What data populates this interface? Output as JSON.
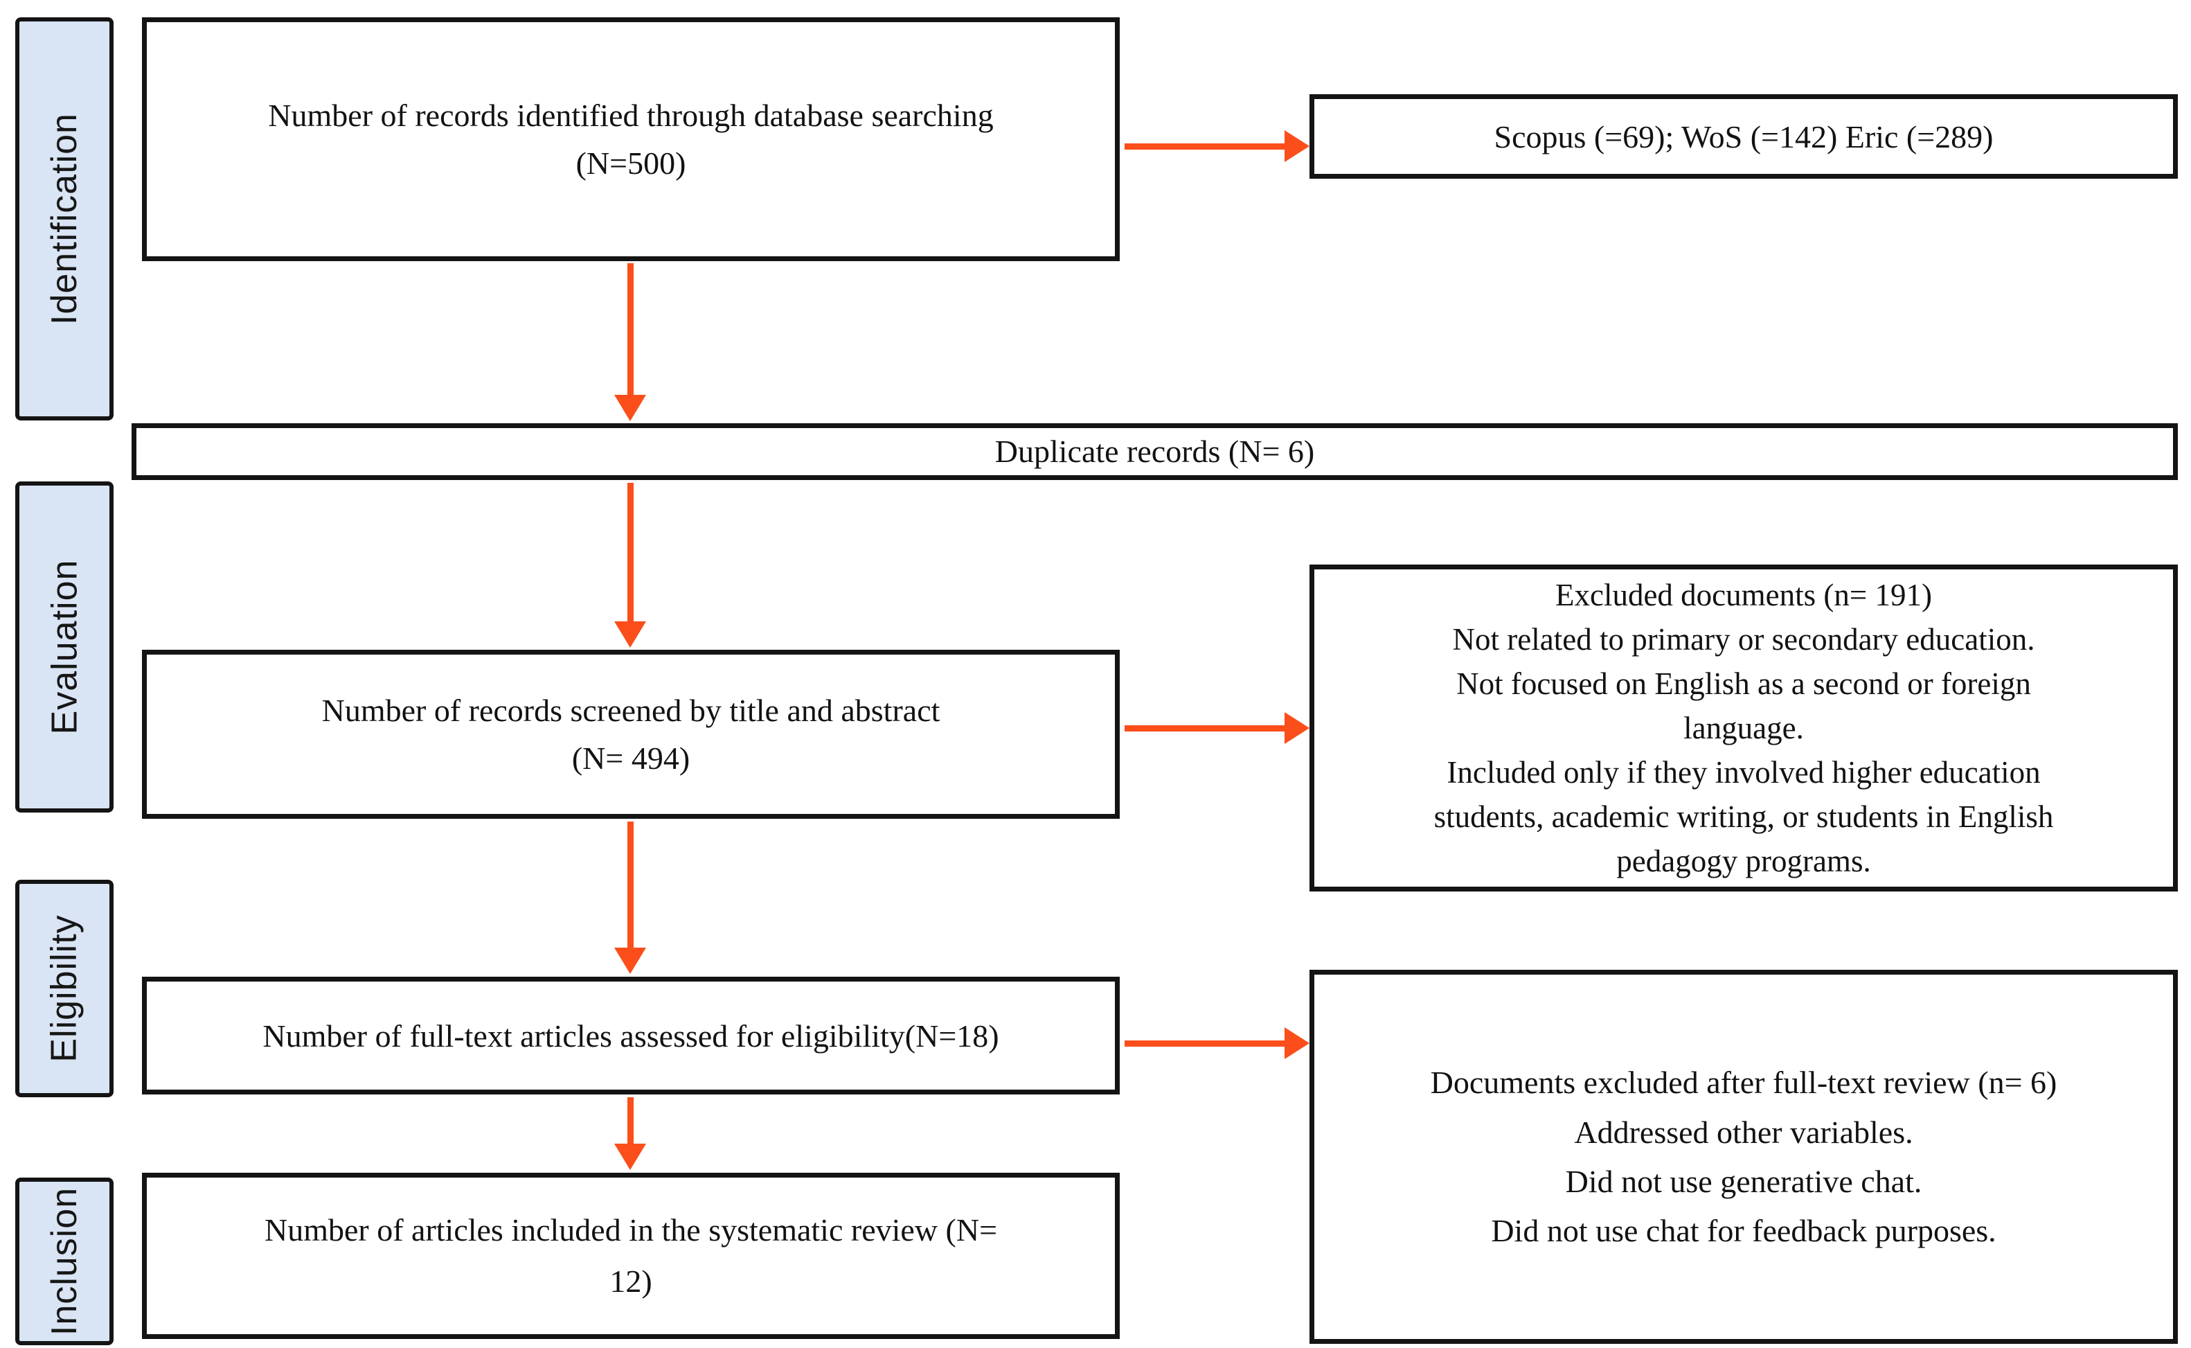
{
  "colors": {
    "arrow": "#fb4e1b",
    "stage_fill": "#d9e4f4",
    "border": "#141414",
    "text": "#121212"
  },
  "stages": [
    {
      "id": "identification",
      "label": "Identification"
    },
    {
      "id": "evaluation",
      "label": "Evaluation"
    },
    {
      "id": "eligibility",
      "label": "Eligibility"
    },
    {
      "id": "inclusion",
      "label": "Inclusion"
    }
  ],
  "boxes": {
    "records_identified": {
      "lines": [
        "Number of records identified through database searching",
        "(N=500)"
      ]
    },
    "database_sources": {
      "lines": [
        "Scopus (=69); WoS (=142) Eric (=289)"
      ]
    },
    "duplicate_records": {
      "lines": [
        "Duplicate records (N= 6)"
      ]
    },
    "records_screened": {
      "lines": [
        "Number of records screened by title and abstract",
        "(N= 494)"
      ]
    },
    "excluded_screening": {
      "lines": [
        "Excluded documents (n= 191)",
        "Not related to primary or secondary education.",
        "Not focused on English as a second or foreign",
        "language.",
        "Included only if they involved higher education",
        "students, academic writing, or students in English",
        "pedagogy programs."
      ]
    },
    "fulltext_assessed": {
      "lines": [
        "Number of full-text articles assessed for eligibility(N=18)"
      ]
    },
    "excluded_fulltext": {
      "lines": [
        "Documents excluded after full-text review (n= 6)",
        "Addressed other variables.",
        "Did not use generative chat.",
        "Did not use chat for feedback purposes."
      ]
    },
    "articles_included": {
      "lines": [
        "Number of articles included in the systematic review (N=",
        "12)"
      ]
    }
  }
}
